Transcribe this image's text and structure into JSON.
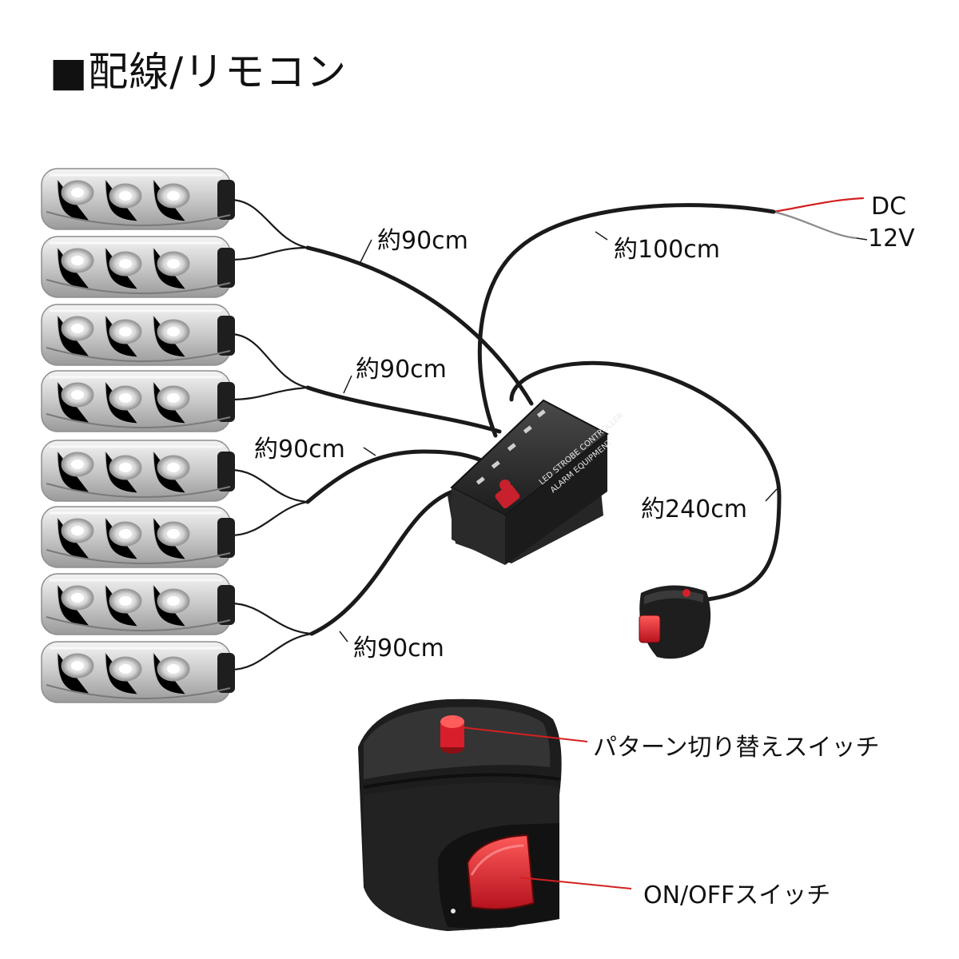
{
  "title": "■配線/リモコン",
  "cable_labels": {
    "top_pair": "約90cm",
    "second_pair": "約90cm",
    "third_pair": "約90cm",
    "bottom_pair": "約90cm",
    "power": "約100cm",
    "remote": "約240cm"
  },
  "power_labels": {
    "line1": "DC",
    "line2": "12V"
  },
  "controller": {
    "line1": "LED STROBE CONTROLLER",
    "line2": "ALARM EQUIPMENT"
  },
  "callouts": {
    "pattern_switch": "パターン切り替えスイッチ",
    "power_switch": "ON/OFFスイッチ"
  },
  "colors": {
    "wire": "#1a1a1a",
    "red_wire": "#d42020",
    "switch_red": "#d81e2a",
    "housing": "#1e1e1e"
  }
}
